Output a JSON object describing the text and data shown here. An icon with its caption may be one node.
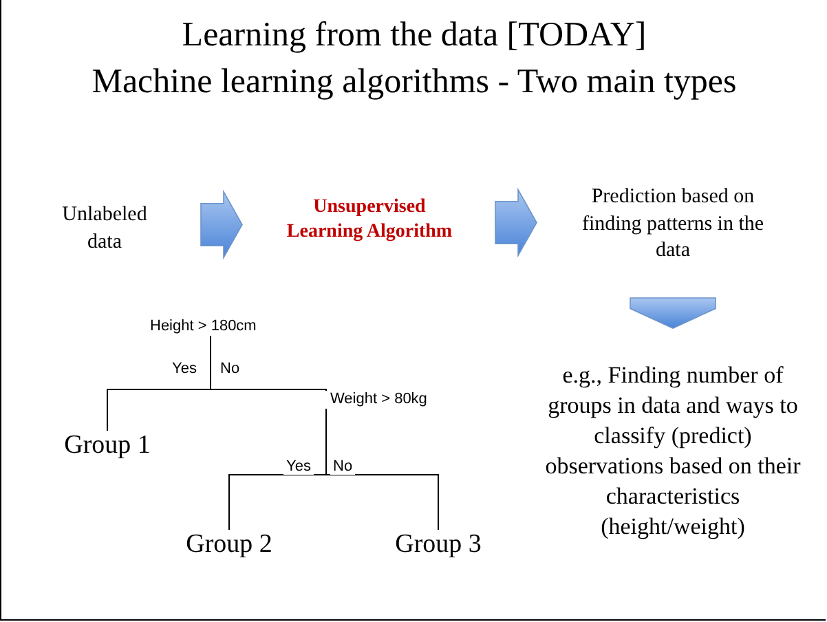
{
  "diagram": {
    "title": "Learning from the data [TODAY]",
    "nodes": [
      {
        "text": [
          "Unlabeled data"
        ]
      },
      {
        "text": [
          "Unsupervised Learning Algorithm"
        ]
      },
      {
        "text": [
          "Prediction based on finding patterns in the data"
        ]
      },
      {
        "text": [
          "e.g., Finding number of groups in data and ways to classify (predict) observations based on their characteristics (height/weight)"
        ]
      },
      {
        "text": [
          "Height > 180cm"
        ]
      },
      {
        "text": [
          "Group 1"
        ]
      },
      {
        "text": [
          "Weight > 80kg"
        ]
      },
      {
        "text": [
          "Group 2"
        ]
      },
      {
        "text": [
          "Group 3"
        ]
      }
    ],
    "edges": [
      {
        "from": 0,
        "to": 1,
        "arrow": "to"
      },
      {
        "from": 1,
        "to": 2,
        "arrow": "to"
      },
      {
        "from": 2,
        "to": 3,
        "arrow": "to"
      },
      {
        "from": 4,
        "to": 5,
        "arrow": "none",
        "label": "Yes"
      },
      {
        "from": 4,
        "to": 6,
        "arrow": "none",
        "label": "No"
      },
      {
        "from": 6,
        "to": 7,
        "arrow": "none",
        "label": "Yes"
      },
      {
        "from": 6,
        "to": 8,
        "arrow": "none",
        "label": "No"
      }
    ],
    "labels": [
      "Machine learning algorithms - Two main types"
    ]
  }
}
